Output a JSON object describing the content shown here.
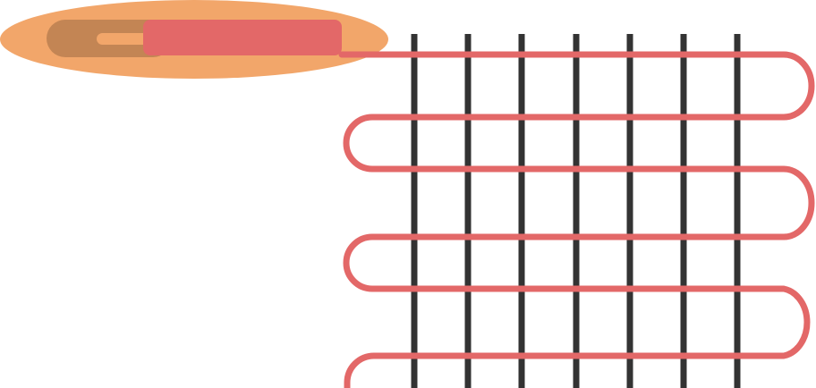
{
  "illustration": {
    "subject": "weaving",
    "colors": {
      "background": "#ffffff",
      "shuttle": "#f2a66a",
      "shuttle_slot": "#c38554",
      "bobbin": "#e36868",
      "weft_thread": "#e36868",
      "warp_thread": "#333333"
    },
    "icons": [
      "weaving-shuttle-icon",
      "bobbin-icon"
    ],
    "warp_thread_count": 7,
    "weft_pass_count": 6
  }
}
